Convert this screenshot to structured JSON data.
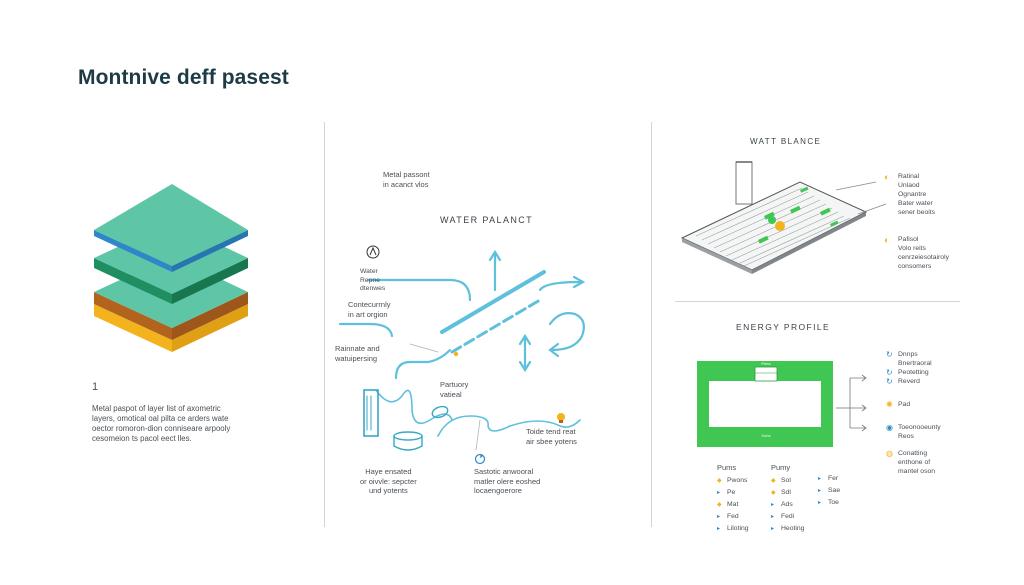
{
  "title": "Montnive deff pasest",
  "colors": {
    "teal": "#5ec6a6",
    "blue": "#2e88c8",
    "green": "#1f8f62",
    "brown": "#b2641f",
    "yellow": "#f2b31c",
    "water": "#5ec0da",
    "field": "#3fc653",
    "ink": "#1d3b45"
  },
  "layers_panel": {
    "number": "1",
    "caption": "Metal paspot of layer list of axometric\nlayers, omotical oal pilta ce arders wate\noector romoron-dion conniseare arpooly\ncesomeion ts pacol eect lles."
  },
  "water_panel": {
    "title": "WATER PALANCT",
    "top_note": "Metal passont\nin acanct vlos",
    "labels": {
      "icon_label": "Water\nRepne\ndtenwes",
      "center_left": "Contecurrnly\nin art orgion",
      "rainwater": "Rainnate and\nwatuipersing",
      "center": "Partuory\nvatieal",
      "right": "Toide tend reat\nair sbee yotens",
      "bottom_left": "Haye ensated\nor oivvle: sepcter\nund yotents",
      "bottom_center": "Sastotic anwooral\nmatler olere eoshed\nlocaengoerore"
    }
  },
  "balance_panel": {
    "title": "WATT BLANCE",
    "legend": [
      {
        "text": "Ratinal\nUnlaod\nOgnantre\nBater water\nsener beoits",
        "icon": "leaf-yellow"
      },
      {
        "text": "Pafisol\nVolo reits\ncenrzeiesotairoly\nconsomers",
        "icon": "leaf-yellow"
      }
    ]
  },
  "energy_panel": {
    "title": "ENERGY PROFILE",
    "field_label": "Pebo",
    "field_bottom": "Sobe",
    "legend": [
      {
        "text": "Dnnps\nBnertraoral",
        "icon": "recycle"
      },
      {
        "text": "Peotetting",
        "icon": "recycle"
      },
      {
        "text": "Reverd",
        "icon": "recycle"
      },
      {
        "text": "Pad",
        "icon": "sun"
      },
      {
        "text": "Toeonooeunty\nReos",
        "icon": "drop"
      },
      {
        "text": "Conatting\nenthone of\nmantel oson",
        "icon": "bulb"
      }
    ],
    "table": {
      "columns": [
        {
          "head": "Pums",
          "rows": [
            "Pwons",
            "Pe",
            "Mat",
            "Fed",
            "Liloting"
          ]
        },
        {
          "head": "Pumy",
          "rows": [
            "Sol",
            "Sdl",
            "Ads",
            "Fedi",
            "Heoting"
          ]
        },
        {
          "head": "",
          "rows": [
            "Fer",
            "Sae",
            "Toe"
          ]
        }
      ]
    }
  }
}
